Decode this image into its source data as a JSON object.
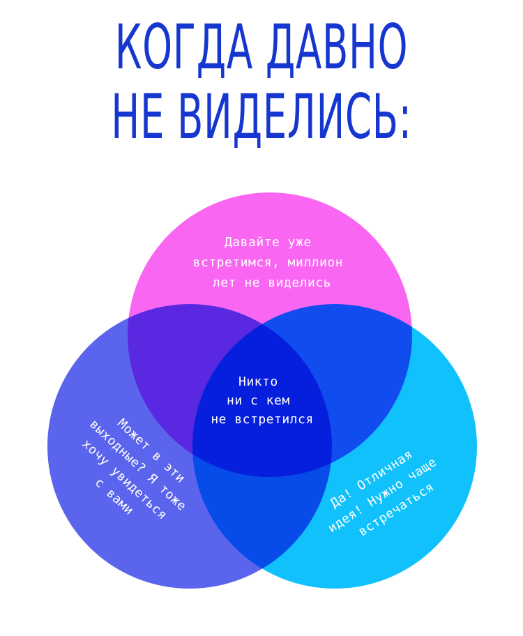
{
  "title": {
    "line1": "КОГДА ДАВНО",
    "line2": "НЕ ВИДЕЛИСЬ:",
    "color": "#1536cf"
  },
  "circles": {
    "top": {
      "color": "#f966f2",
      "text_lines": [
        "Давайте уже",
        "встретимся, миллион",
        "лет не виделись"
      ]
    },
    "left": {
      "color": "#5b64ec",
      "text_lines": [
        "Может в эти",
        "выходные? Я тоже",
        "хочу увидеться",
        "с вами"
      ]
    },
    "right": {
      "color": "#11c1fb",
      "text_lines": [
        "Да! Отличная",
        "идея! Нужно чаще",
        "встречаться"
      ]
    }
  },
  "center": {
    "text_lines": [
      "Никто",
      "ни с кем",
      "не встретился"
    ]
  }
}
